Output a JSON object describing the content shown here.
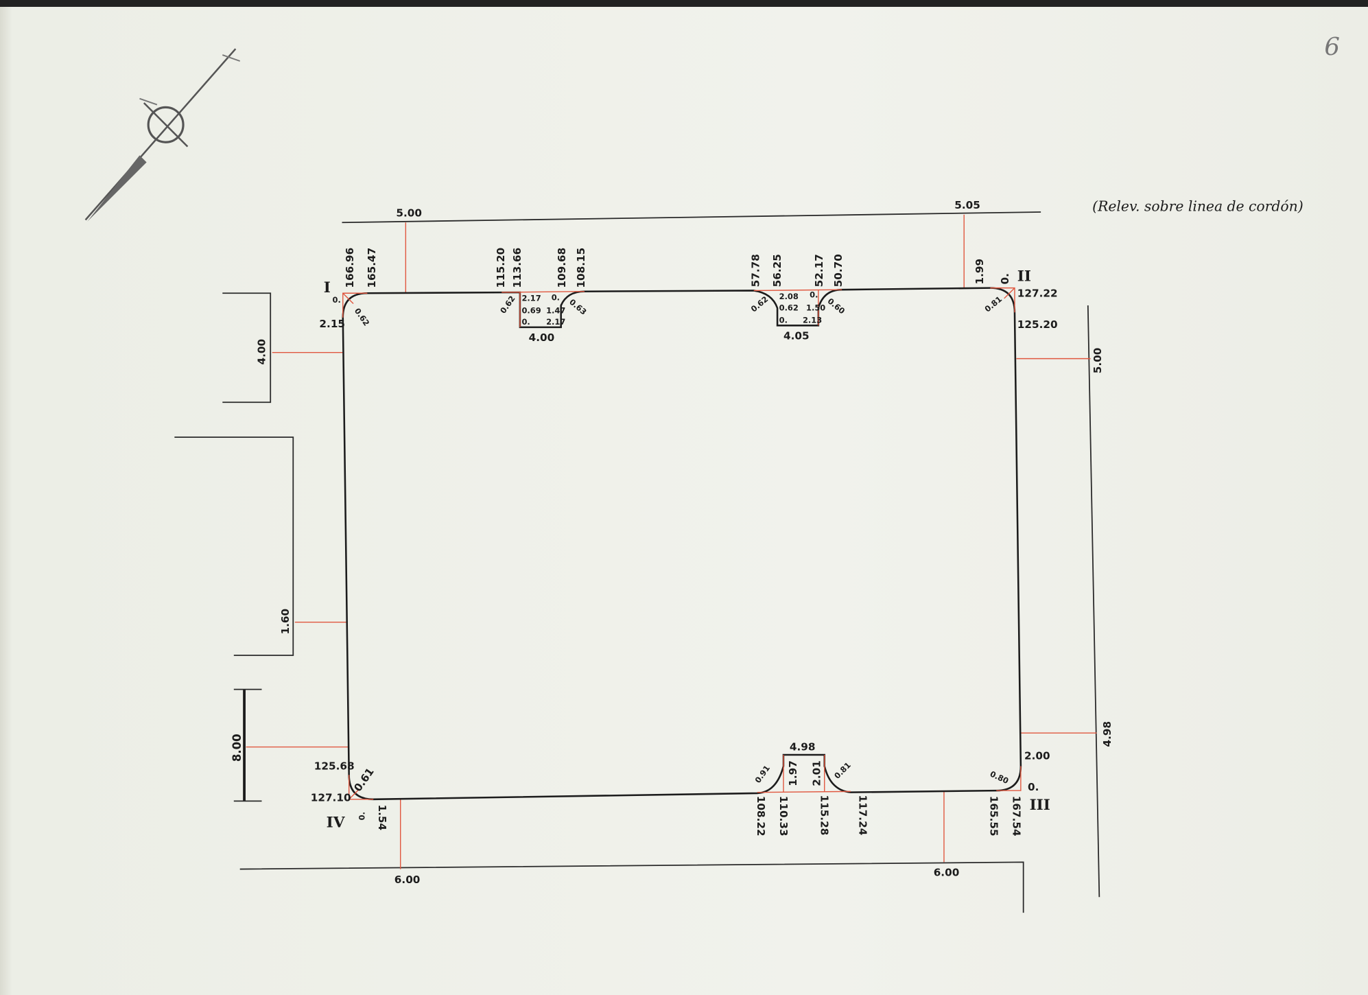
{
  "page_number": "6",
  "note": "(Relev. sobre linea de cordón)",
  "corners": {
    "I": "I",
    "II": "II",
    "III": "III",
    "IV": "IV"
  },
  "setbacks": {
    "top_left": "5.00",
    "top_right": "5.05",
    "left_upper": "4.00",
    "left_middle": "1.60",
    "left_lower": "8.00",
    "right_upper": "5.00",
    "right_lower": "4.98",
    "bottom_left": "6.00",
    "bottom_right": "6.00"
  },
  "corner_I": {
    "a": "166.96",
    "b": "165.47",
    "zero": "0.",
    "side": "2.15",
    "radius": "0.62"
  },
  "notch_top_left": {
    "l1": "115.20",
    "l2": "113.66",
    "r1": "109.68",
    "r2": "108.15",
    "rad_l": "0.62",
    "rad_r": "0.63",
    "top": "2.17",
    "mid_l": "0.69",
    "mid_r": "1.47",
    "zero_top": "0.",
    "zero_bot": "0.",
    "bot": "2.17",
    "width": "4.00"
  },
  "notch_top_right": {
    "l1": "57.78",
    "l2": "56.25",
    "r1": "52.17",
    "r2": "50.70",
    "rad_l": "0.62",
    "rad_r": "0.60",
    "top": "2.08",
    "mid_l": "0.62",
    "mid_r": "1.50",
    "zero_top": "0.",
    "zero_bot": "0.",
    "bot": "2.13",
    "width": "4.05"
  },
  "corner_II": {
    "a": "1.99",
    "zero": "0.",
    "b": "127.22",
    "c": "125.20",
    "radius": "0.81"
  },
  "corner_III": {
    "a": "2.00",
    "radius": "0.80",
    "zero": "0.",
    "b": "165.55",
    "c": "167.54"
  },
  "notch_bottom": {
    "width": "4.98",
    "h_l": "1.97",
    "h_r": "2.01",
    "rad_l": "0.91",
    "rad_r": "0.81",
    "a": "108.22",
    "b": "110.33",
    "c": "115.28",
    "d": "117.24"
  },
  "corner_IV": {
    "a": "125.68",
    "b": "127.10",
    "zero": "0.",
    "radius": "0.61",
    "side": "1.54"
  }
}
